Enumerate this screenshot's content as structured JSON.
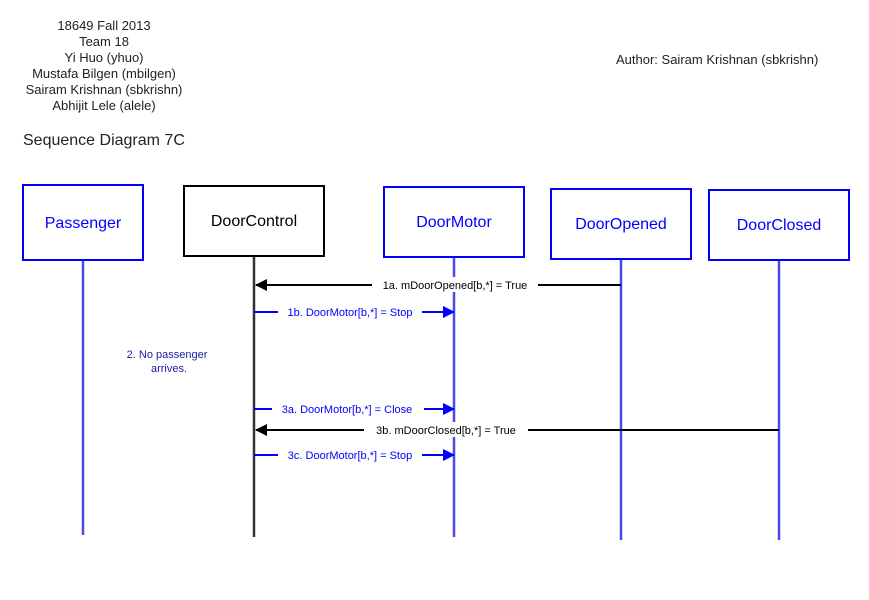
{
  "header": {
    "lines": [
      "18649 Fall 2013",
      "Team 18",
      "Yi Huo (yhuo)",
      "Mustafa Bilgen (mbilgen)",
      "Sairam Krishnan (sbkrishn)",
      "Abhijit Lele (alele)"
    ],
    "author": "Author: Sairam Krishnan (sbkrishn)",
    "title": "Sequence Diagram 7C"
  },
  "colors": {
    "blue": "#0000ff",
    "lifeline_blue": "#4a4ae6",
    "black": "#000000",
    "note_blue": "#1a1aa6"
  },
  "objects": [
    {
      "id": "passenger",
      "label": "Passenger",
      "color": "#0000ff"
    },
    {
      "id": "doorcontrol",
      "label": "DoorControl",
      "color": "#000000"
    },
    {
      "id": "doormotor",
      "label": "DoorMotor",
      "color": "#0000ff"
    },
    {
      "id": "dooropened",
      "label": "DoorOpened",
      "color": "#0000ff"
    },
    {
      "id": "doorclosed",
      "label": "DoorClosed",
      "color": "#0000ff"
    }
  ],
  "messages": [
    {
      "id": "m1a",
      "label": "1a. mDoorOpened[b,*] = True",
      "from": "dooropened",
      "to": "doorcontrol",
      "color": "#000000"
    },
    {
      "id": "m1b",
      "label": "1b. DoorMotor[b,*] = Stop",
      "from": "doorcontrol",
      "to": "doormotor",
      "color": "#0000ff"
    },
    {
      "id": "m3a",
      "label": "3a. DoorMotor[b,*] = Close",
      "from": "doorcontrol",
      "to": "doormotor",
      "color": "#0000ff"
    },
    {
      "id": "m3b",
      "label": "3b. mDoorClosed[b,*] = True",
      "from": "doorclosed",
      "to": "doorcontrol",
      "color": "#000000"
    },
    {
      "id": "m3c",
      "label": "3c. DoorMotor[b,*] = Stop",
      "from": "doorcontrol",
      "to": "doormotor",
      "color": "#0000ff"
    }
  ],
  "note": {
    "lines": [
      "2. No passenger",
      "arrives."
    ]
  }
}
